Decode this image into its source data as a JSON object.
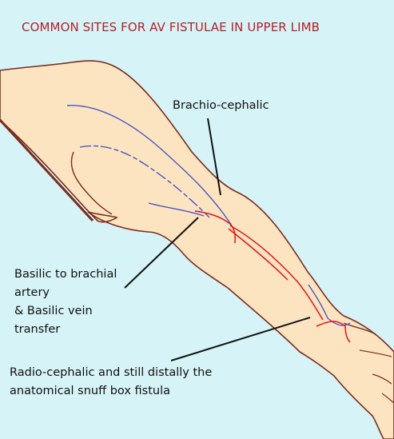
{
  "title": "COMMON SITES FOR AV FISTULAE IN UPPER LIMB",
  "labels": {
    "brachio_cephalic": "Brachio-cephalic",
    "basilic": "Basilic to brachial\nartery\n& Basilic vein\ntransfer",
    "radio_cephalic": "Radio-cephalic and still distally the\nanatomical snuff box fistula"
  },
  "colors": {
    "background": "#d6f3f7",
    "skin": "#fde4c0",
    "outline": "#7a2c1e",
    "vein": "#4a55c8",
    "artery": "#e0161c",
    "title": "#b5202a"
  }
}
